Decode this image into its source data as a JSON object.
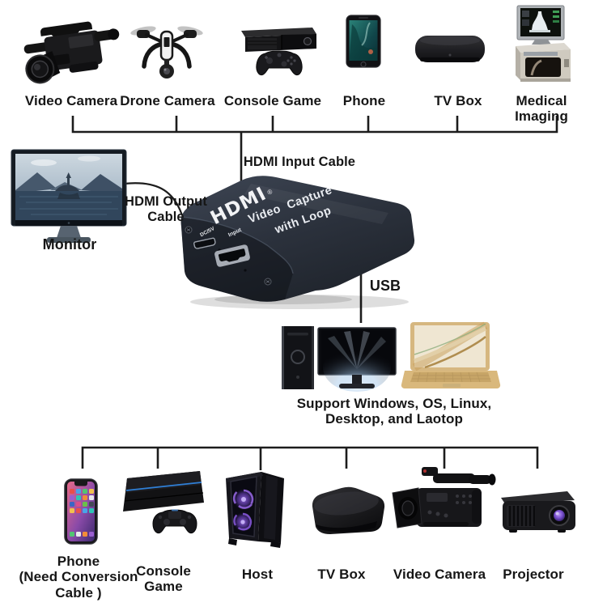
{
  "colors": {
    "line": "#1c1c1c",
    "text": "#161616",
    "device_body": "#2c333f",
    "ps4_led_blue": "#2f7fd6",
    "host_glow_purple": "#7a4fd0",
    "laptop_gold": "#d9b87c"
  },
  "top_row": {
    "items": [
      {
        "label": "Video Camera",
        "icon": "video-camera"
      },
      {
        "label": "Drone Camera",
        "icon": "drone-camera"
      },
      {
        "label": "Console Game",
        "icon": "console-game"
      },
      {
        "label": "Phone",
        "icon": "phone"
      },
      {
        "label": "TV Box",
        "icon": "tv-box"
      },
      {
        "label": "Medical Imaging",
        "icon": "medical-imaging"
      }
    ]
  },
  "cables": {
    "hdmi_input_label": "HDMI Input Cable",
    "hdmi_output_label": "HDMI Output\nCable",
    "usb_label": "USB"
  },
  "monitor_label": "Monitor",
  "capture_device": {
    "logo": "HDMI",
    "logo_mark": "®",
    "title_line1": "Video  Capture",
    "title_line2": "with Loop",
    "power_port_label": "DC/5V",
    "input_port_label": "Input"
  },
  "support_text": {
    "line1": "Support Windows, OS, Linux,",
    "line2": "Desktop, and Laotop"
  },
  "bottom_row": {
    "items": [
      {
        "label": "Phone\n(Need Conversion\nCable )",
        "icon": "smartphone"
      },
      {
        "label": "Console\nGame",
        "icon": "game-console"
      },
      {
        "label": "Host",
        "icon": "pc-tower"
      },
      {
        "label": "TV Box",
        "icon": "tv-box"
      },
      {
        "label": "Video Camera",
        "icon": "video-camera"
      },
      {
        "label": "Projector",
        "icon": "projector"
      }
    ]
  }
}
